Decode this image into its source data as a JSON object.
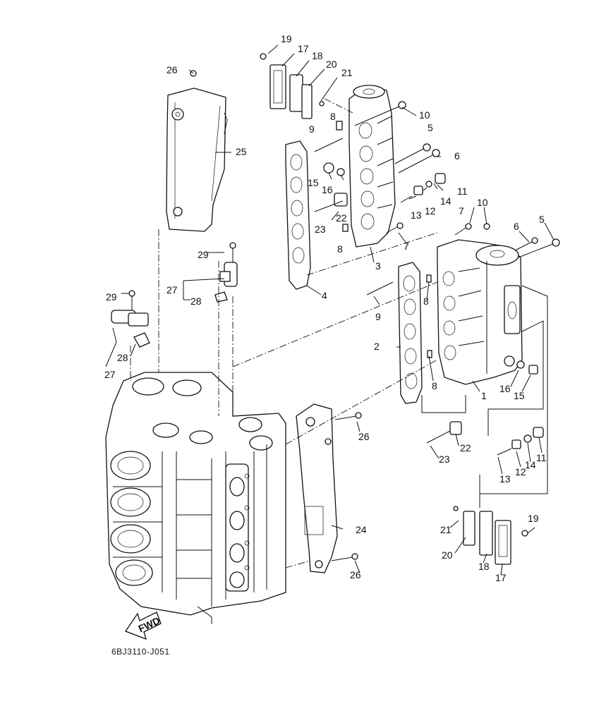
{
  "labels": [
    {
      "id": "19a",
      "text": "19"
    },
    {
      "id": "17a",
      "text": "17"
    },
    {
      "id": "18a",
      "text": "18"
    },
    {
      "id": "20a",
      "text": "20"
    },
    {
      "id": "21a",
      "text": "21"
    },
    {
      "id": "26a",
      "text": "26"
    },
    {
      "id": "10a",
      "text": "10"
    },
    {
      "id": "8a",
      "text": "8"
    },
    {
      "id": "9a",
      "text": "9"
    },
    {
      "id": "5a",
      "text": "5"
    },
    {
      "id": "6a",
      "text": "6"
    },
    {
      "id": "25",
      "text": "25"
    },
    {
      "id": "15a",
      "text": "15"
    },
    {
      "id": "16a",
      "text": "16"
    },
    {
      "id": "11a",
      "text": "11"
    },
    {
      "id": "12a",
      "text": "12"
    },
    {
      "id": "14a",
      "text": "14"
    },
    {
      "id": "13a",
      "text": "13"
    },
    {
      "id": "22a",
      "text": "22"
    },
    {
      "id": "23a",
      "text": "23"
    },
    {
      "id": "7a",
      "text": "7"
    },
    {
      "id": "10b",
      "text": "10"
    },
    {
      "id": "7b",
      "text": "7"
    },
    {
      "id": "8b",
      "text": "8"
    },
    {
      "id": "6b",
      "text": "6"
    },
    {
      "id": "5b",
      "text": "5"
    },
    {
      "id": "3",
      "text": "3"
    },
    {
      "id": "29a",
      "text": "29"
    },
    {
      "id": "27a",
      "text": "27"
    },
    {
      "id": "28a",
      "text": "28"
    },
    {
      "id": "4",
      "text": "4"
    },
    {
      "id": "29b",
      "text": "29"
    },
    {
      "id": "9b",
      "text": "9"
    },
    {
      "id": "8c",
      "text": "8"
    },
    {
      "id": "28b",
      "text": "28"
    },
    {
      "id": "27b",
      "text": "27"
    },
    {
      "id": "2",
      "text": "2"
    },
    {
      "id": "16b",
      "text": "16"
    },
    {
      "id": "8d",
      "text": "8"
    },
    {
      "id": "15b",
      "text": "15"
    },
    {
      "id": "1",
      "text": "1"
    },
    {
      "id": "26b",
      "text": "26"
    },
    {
      "id": "22b",
      "text": "22"
    },
    {
      "id": "23b",
      "text": "23"
    },
    {
      "id": "11b",
      "text": "11"
    },
    {
      "id": "14b",
      "text": "14"
    },
    {
      "id": "12b",
      "text": "12"
    },
    {
      "id": "13b",
      "text": "13"
    },
    {
      "id": "24",
      "text": "24"
    },
    {
      "id": "21b",
      "text": "21"
    },
    {
      "id": "19b",
      "text": "19"
    },
    {
      "id": "20b",
      "text": "20"
    },
    {
      "id": "18b",
      "text": "18"
    },
    {
      "id": "17b",
      "text": "17"
    },
    {
      "id": "26c",
      "text": "26"
    }
  ],
  "fwd_text": "FWD",
  "diagram_code": "6BJ3110-J051"
}
